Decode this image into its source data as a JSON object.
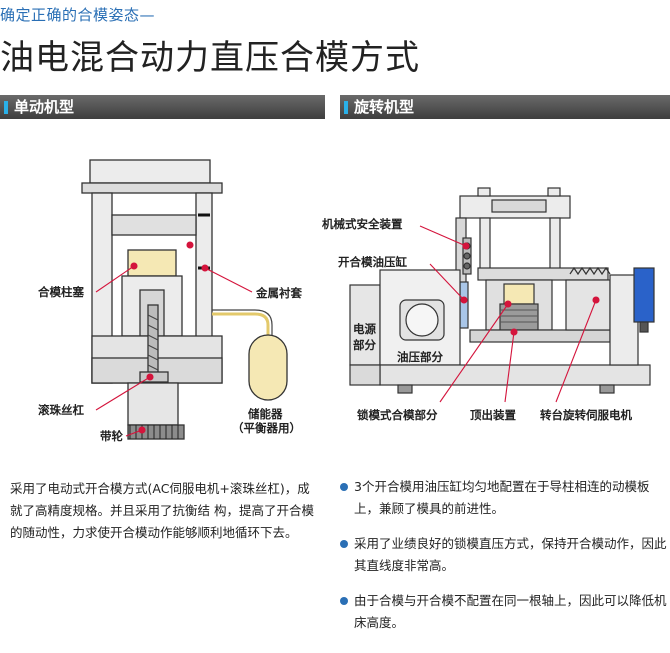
{
  "header": {
    "subtitle": "确定正确的合模姿态—",
    "title": "油电混合动力直压合模方式"
  },
  "sections": {
    "left_title": "单动机型",
    "right_title": "旋转机型"
  },
  "left_diagram": {
    "labels": {
      "clamp_plunger": "合模柱塞",
      "metal_bushing": "金属衬套",
      "ball_screw": "滚珠丝杠",
      "accumulator": "储能器",
      "accumulator_note": "（平衡器用）",
      "belt_pulley": "带轮"
    }
  },
  "right_diagram": {
    "labels": {
      "mechanical_safety": "机械式安全装置",
      "mold_open_cylinder": "开合模油压缸",
      "power_unit_line1": "电源",
      "power_unit_line2": "部分",
      "hydraulic_unit": "油压部分",
      "lock_mold_unit": "锁模式合模部分",
      "ejector": "顶出装置",
      "turntable_servo": "转台旋转伺服电机"
    }
  },
  "left_text": "采用了电动式开合模方式(AC伺服电机+滚珠丝杠)，成就了高精度规格。并且采用了抗衡结 构，提高了开合模的随动性，力求使开合模动作能够顺利地循环下去。",
  "bullets": [
    "3个开合模用油压缸均匀地配置在于导柱相连的动模板上，兼顾了模具的前进性。",
    "采用了业绩良好的锁模直压方式，保持开合模动作，因此其直线度非常高。",
    "由于合模与开合模不配置在同一根轴上，因此可以降低机床高度。"
  ],
  "colors": {
    "accent_blue": "#2a6fb5",
    "bar_accent": "#2ab0e8",
    "leader_red": "#d4143c",
    "plunger_fill": "#f5e8b4",
    "accumulator_fill": "#f5e8b4",
    "motor_blue": "#2a62c9"
  }
}
